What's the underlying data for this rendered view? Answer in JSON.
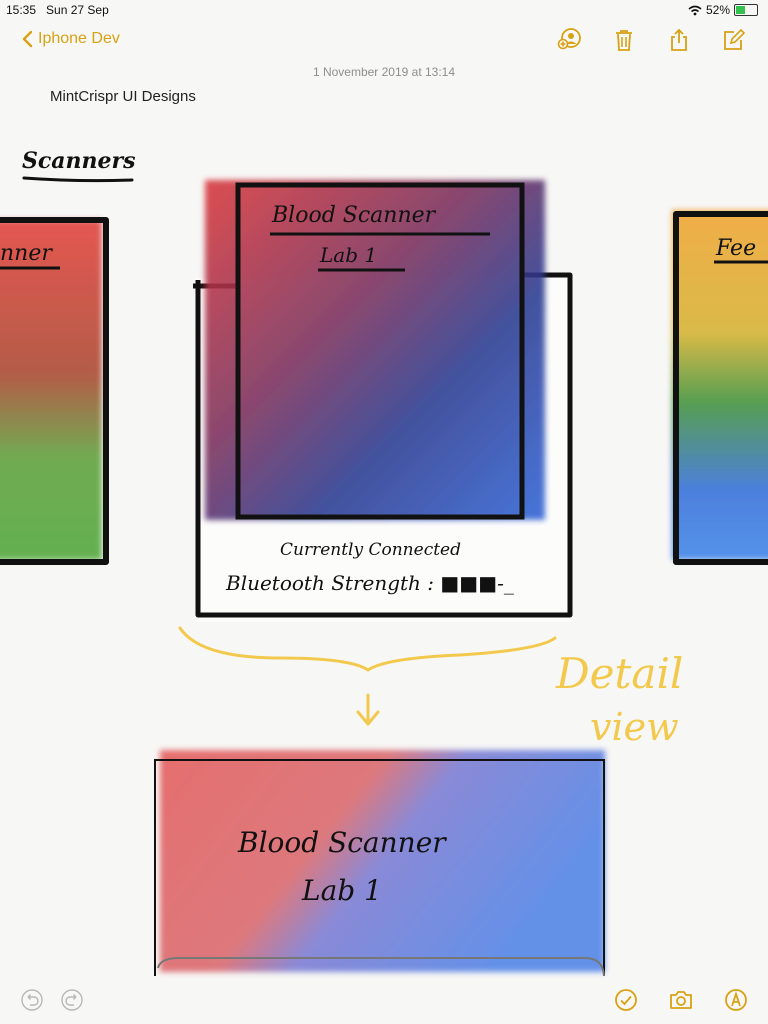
{
  "status": {
    "time": "15:35",
    "date": "Sun 27 Sep",
    "battery": "52%",
    "battery_level": 0.52
  },
  "nav": {
    "back_label": "Iphone Dev"
  },
  "note": {
    "timestamp": "1 November 2019 at 13:14",
    "title": "MintCrispr UI Designs"
  },
  "sketch": {
    "heading": "Scanners",
    "left_card_label": "nner",
    "center_card_title_line1": "Blood Scanner",
    "center_card_title_line2": "Lab 1",
    "connected_text": "Currently Connected",
    "bluetooth_text": "Bluetooth Strength : ■■■-_",
    "right_card_label": "Fee",
    "annotation_line1": "Detail",
    "annotation_line2": "view",
    "detail_title_line1": "Blood Scanner",
    "detail_title_line2": "Lab 1"
  },
  "colors": {
    "accent": "#d9a214",
    "annotation": "#f2c94c"
  },
  "icons": {
    "nav": [
      "add-person-icon",
      "trash-icon",
      "share-icon",
      "compose-icon"
    ],
    "bottom_left": [
      "undo-icon",
      "redo-icon"
    ],
    "bottom_right": [
      "checklist-icon",
      "camera-icon",
      "markup-pen-icon"
    ]
  }
}
